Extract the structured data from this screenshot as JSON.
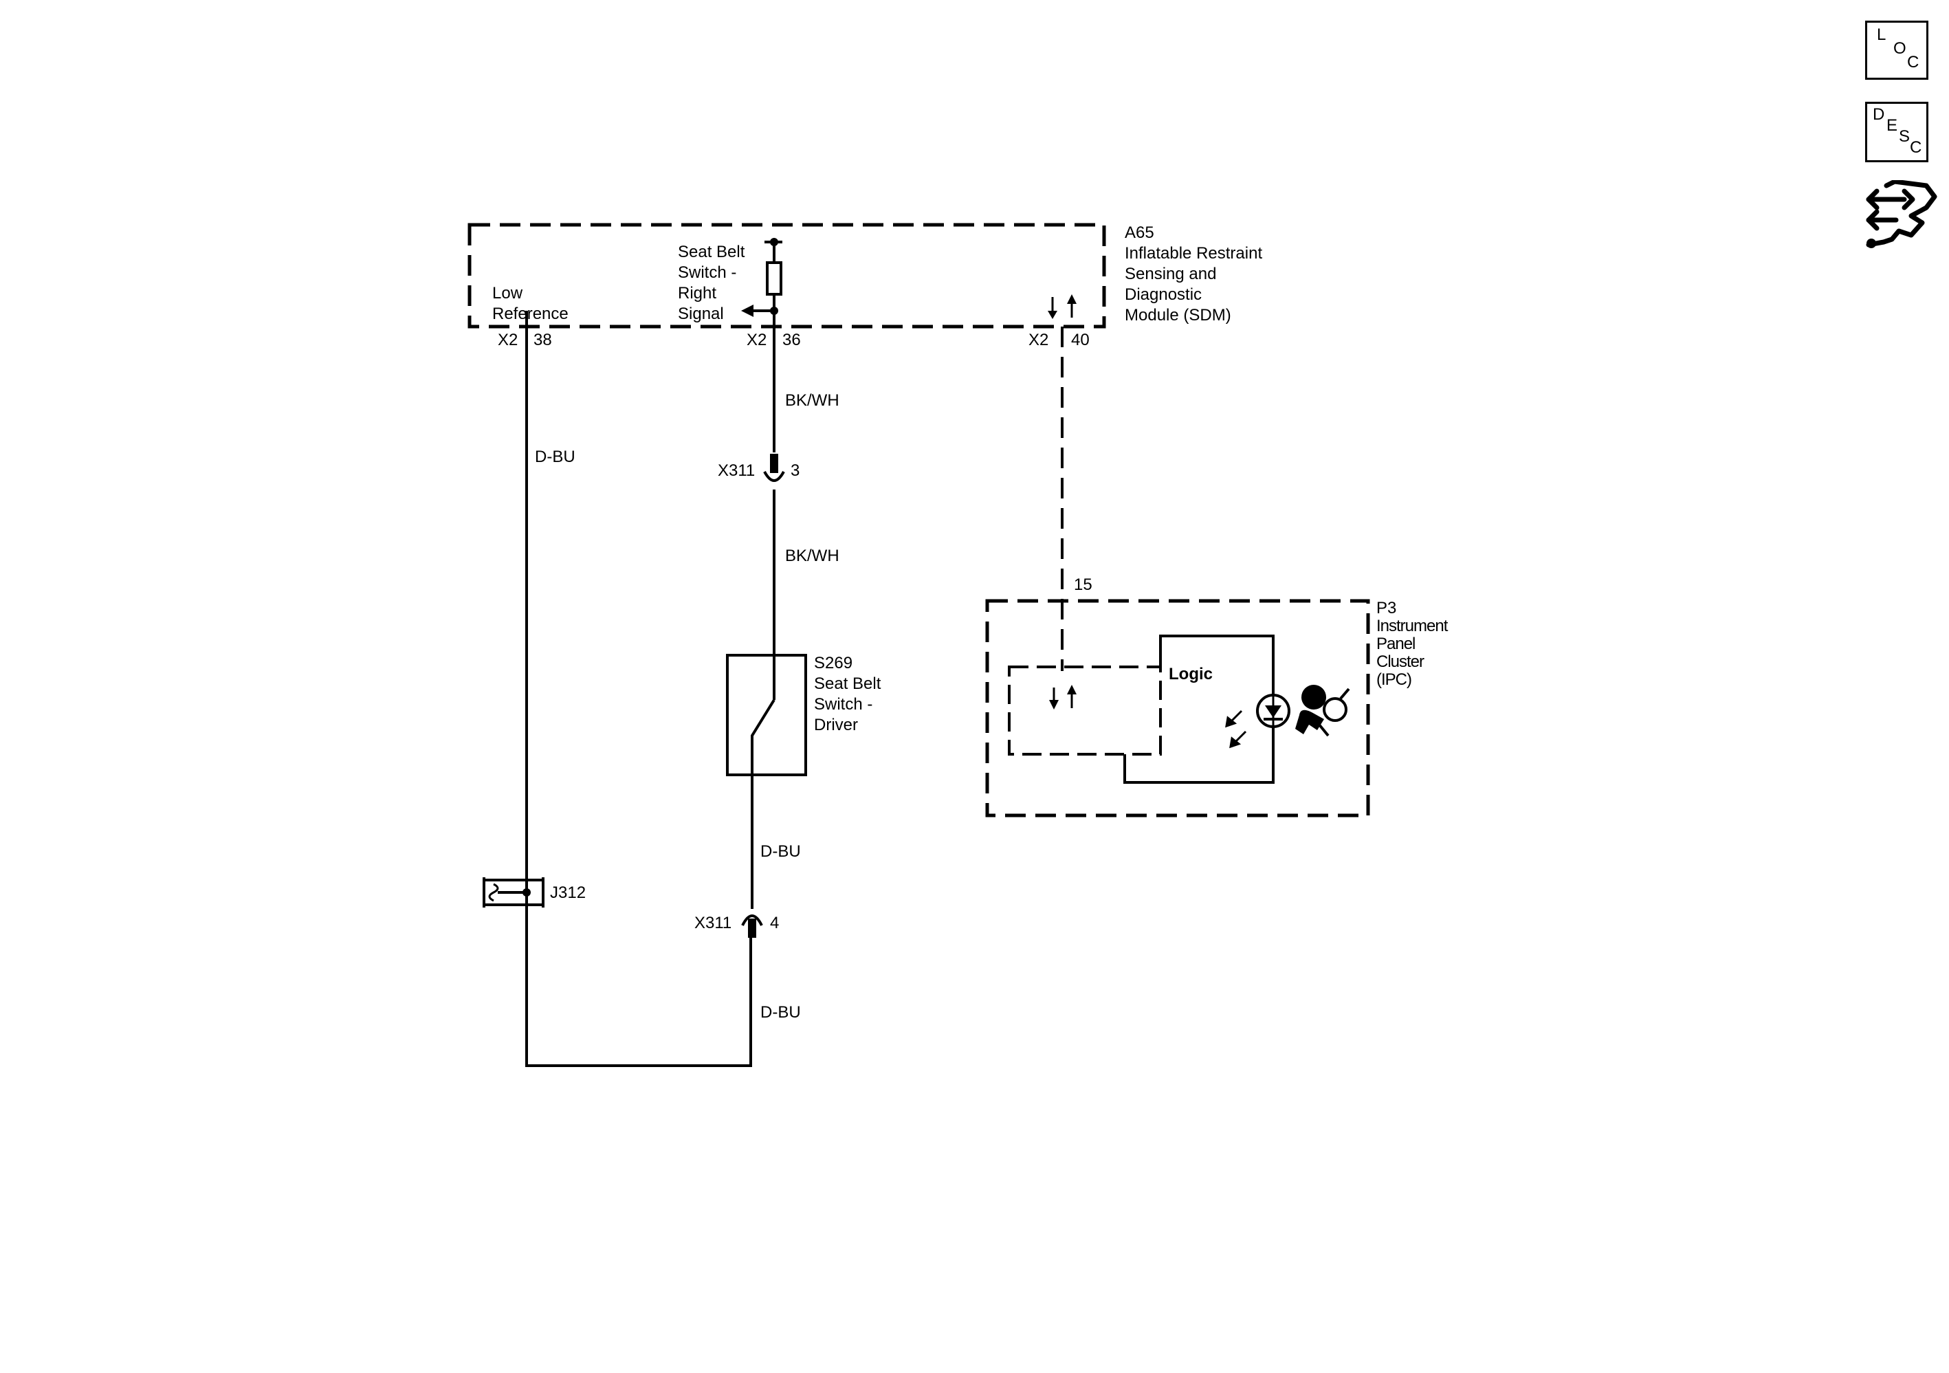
{
  "nav": {
    "loc": [
      "L",
      "O",
      "C"
    ],
    "desc": [
      "D",
      "E",
      "S",
      "C"
    ],
    "connector_icon": "connector-end-view-icon"
  },
  "modules": {
    "a65": {
      "id": "A65",
      "name_lines": [
        "Inflatable Restraint",
        "Sensing and",
        "Diagnostic",
        "Module (SDM)"
      ],
      "low_ref_lines": [
        "Low",
        "Reference"
      ],
      "signal_lines": [
        "Seat Belt",
        "Switch -",
        "Right",
        "Signal"
      ],
      "pins": [
        {
          "conn": "X2",
          "pin": "38"
        },
        {
          "conn": "X2",
          "pin": "36"
        },
        {
          "conn": "X2",
          "pin": "40"
        }
      ]
    },
    "p3": {
      "id": "P3",
      "name_lines": [
        "Instrument",
        "Panel",
        "Cluster",
        "(IPC)"
      ],
      "logic": "Logic",
      "pin": "15",
      "indicator_icon": "airbag-warning-icon"
    }
  },
  "wires": {
    "w38": "D-BU",
    "w36_upper": "BK/WH",
    "w36_lower": "BK/WH",
    "s269_lower": "D-BU",
    "x311_lower": "D-BU"
  },
  "connectors": {
    "x311_a": {
      "id": "X311",
      "pin": "3"
    },
    "x311_b": {
      "id": "X311",
      "pin": "4"
    },
    "j312": {
      "id": "J312"
    }
  },
  "switch": {
    "lines": [
      "S269",
      "Seat Belt",
      "Switch -",
      "Driver"
    ]
  }
}
